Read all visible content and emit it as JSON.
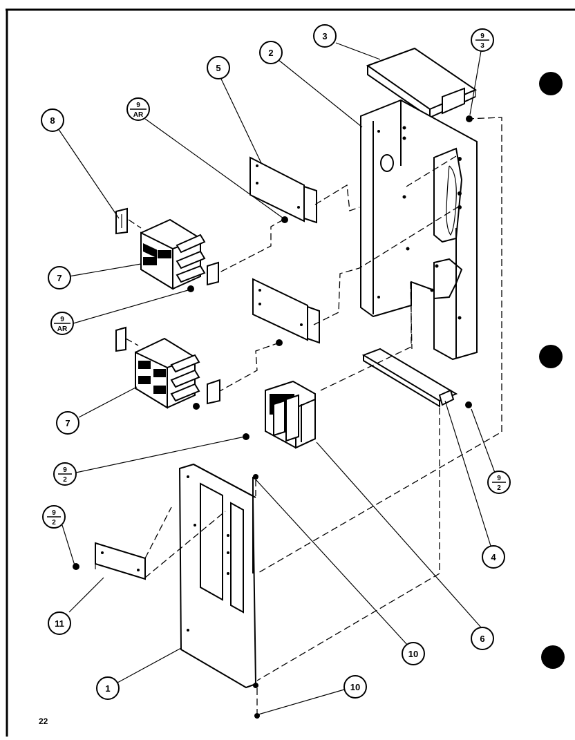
{
  "page_number": "22",
  "callouts": {
    "panel_front": "1",
    "panel_back": "2",
    "top_cover": "3",
    "bracket_lower": "4",
    "support_plate": "5",
    "terminal_block": "6",
    "breaker_upper": "7",
    "breaker_lower": "7",
    "clip": "8",
    "ground_lug_upper": "10",
    "ground_lug_lower": "10",
    "cover_plate": "11"
  },
  "fraction_callouts": {
    "screw_top": {
      "num": "9",
      "den": "3"
    },
    "screw_ar_upper": {
      "num": "9",
      "den": "AR"
    },
    "screw_ar_lower": {
      "num": "9",
      "den": "AR"
    },
    "screw_2_left": {
      "num": "9",
      "den": "2"
    },
    "screw_2_right": {
      "num": "9",
      "den": "2"
    },
    "screw_2_cover": {
      "num": "9",
      "den": "2"
    }
  }
}
